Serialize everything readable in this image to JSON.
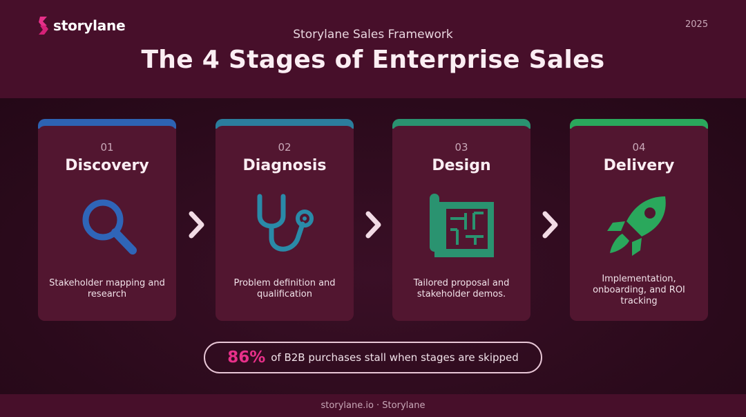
{
  "brand": {
    "name": "storylane",
    "year": "2025"
  },
  "header": {
    "subtitle": "Storylane Sales Framework",
    "title": "The 4 Stages of Enterprise Sales"
  },
  "stages": [
    {
      "number": "01",
      "name": "Discovery",
      "description": "Stakeholder mapping and research",
      "icon": "magnifying-glass-icon",
      "accent": "#2d63b3"
    },
    {
      "number": "02",
      "name": "Diagnosis",
      "description": "Problem definition and qualification",
      "icon": "stethoscope-icon",
      "accent": "#2b7e9d"
    },
    {
      "number": "03",
      "name": "Design",
      "description": "Tailored proposal and stakeholder demos.",
      "icon": "blueprint-icon",
      "accent": "#2a9370"
    },
    {
      "number": "04",
      "name": "Delivery",
      "description": "Implementation, onboarding, and ROI tracking",
      "icon": "rocket-icon",
      "accent": "#2aa85c"
    }
  ],
  "stat": {
    "value": "86%",
    "text": "of B2B purchases stall when stages are skipped"
  },
  "footer": {
    "text": "storylane.io · Storylane"
  },
  "colors": {
    "header_bg": "#470f2a",
    "card_bg": "#521630",
    "accent_pink": "#e8308a"
  }
}
